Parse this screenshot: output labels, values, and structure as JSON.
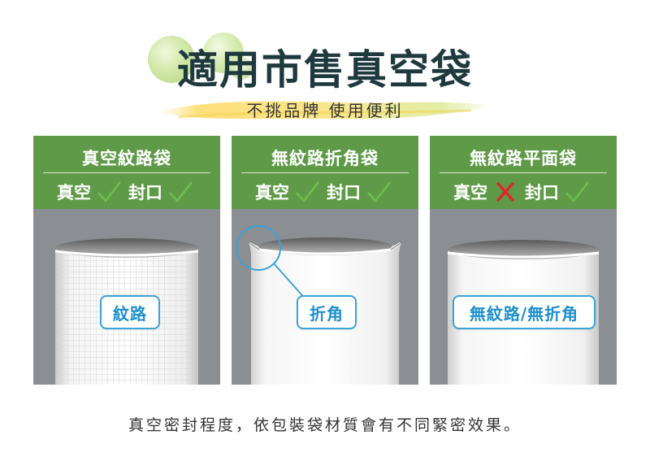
{
  "header": {
    "title": "適用市售真空袋",
    "subtitle": "不挑品牌 使用便利"
  },
  "cards": [
    {
      "title": "真空紋路袋",
      "vacuum_label": "真空",
      "vacuum_ok": true,
      "seal_label": "封口",
      "seal_ok": true,
      "badge": "紋路"
    },
    {
      "title": "無紋路折角袋",
      "vacuum_label": "真空",
      "vacuum_ok": true,
      "seal_label": "封口",
      "seal_ok": true,
      "badge": "折角"
    },
    {
      "title": "無紋路平面袋",
      "vacuum_label": "真空",
      "vacuum_ok": false,
      "seal_label": "封口",
      "seal_ok": true,
      "badge": "無紋路/無折角"
    }
  ],
  "footer": {
    "note": "真空密封程度，依包裝袋材質會有不同緊密效果。"
  },
  "colors": {
    "card_header": "#5f9a48",
    "check": "#6cc04a",
    "cross": "#e0242a",
    "callout": "#3aa3d8",
    "card_bg": "#8b8f93"
  }
}
